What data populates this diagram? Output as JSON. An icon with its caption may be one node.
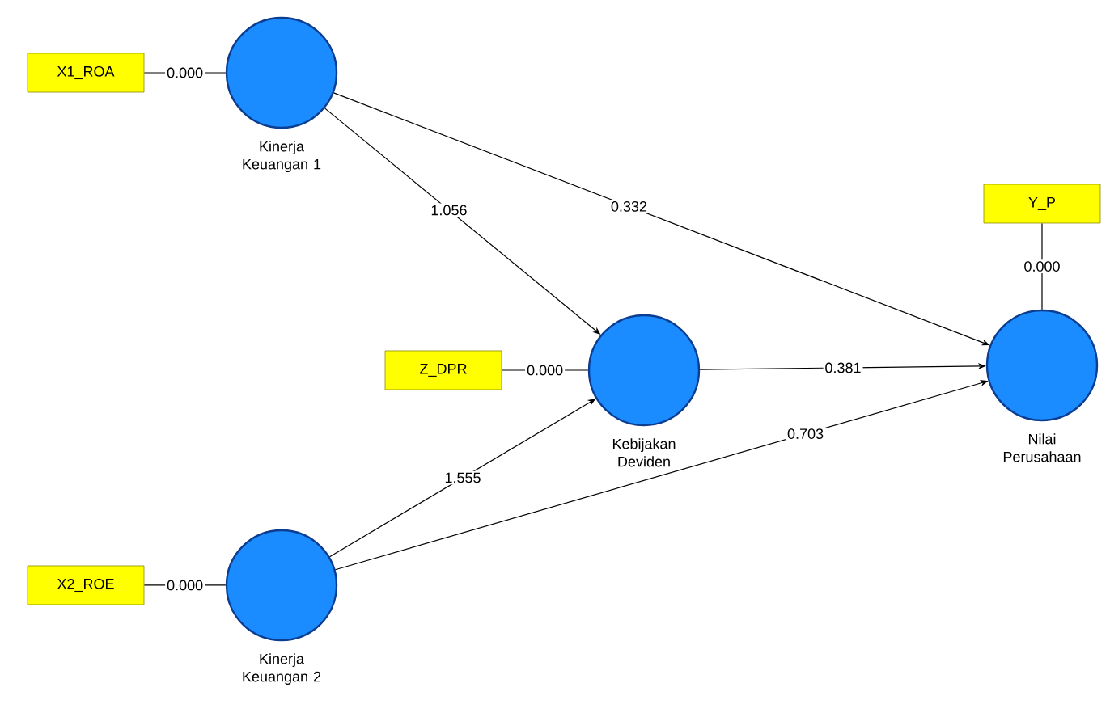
{
  "diagram": {
    "nodes": [
      {
        "text": [
          "X1_ROA"
        ]
      },
      {
        "text": [],
        "shape": "circle",
        "beside": [
          "Kinerja Keuangan 1"
        ]
      },
      {
        "text": [
          "Y_P"
        ]
      },
      {
        "text": [
          "Z_DPR"
        ]
      },
      {
        "text": [],
        "shape": "circle",
        "beside": [
          "Kebijakan Deviden"
        ]
      },
      {
        "text": [],
        "shape": "circle",
        "beside": [
          "Nilai Perusahaan"
        ]
      },
      {
        "text": [
          "X2_ROE"
        ]
      },
      {
        "text": [],
        "shape": "circle",
        "beside": [
          "Kinerja Keuangan 2"
        ]
      }
    ],
    "edges": [
      {
        "from": 0,
        "to": 1,
        "arrow": "none",
        "label": "0.000"
      },
      {
        "from": 1,
        "to": 4,
        "arrow": "to",
        "label": "1.056"
      },
      {
        "from": 1,
        "to": 5,
        "arrow": "to",
        "label": "0.332"
      },
      {
        "from": 2,
        "to": 5,
        "arrow": "none",
        "label": "0.000"
      },
      {
        "from": 3,
        "to": 4,
        "arrow": "none",
        "label": "0.000"
      },
      {
        "from": 4,
        "to": 5,
        "arrow": "to",
        "label": "0.381"
      },
      {
        "from": 6,
        "to": 7,
        "arrow": "none",
        "label": "0.000"
      },
      {
        "from": 7,
        "to": 4,
        "arrow": "to",
        "label": "1.555"
      },
      {
        "from": 7,
        "to": 5,
        "arrow": "to",
        "label": "0.703"
      }
    ]
  }
}
